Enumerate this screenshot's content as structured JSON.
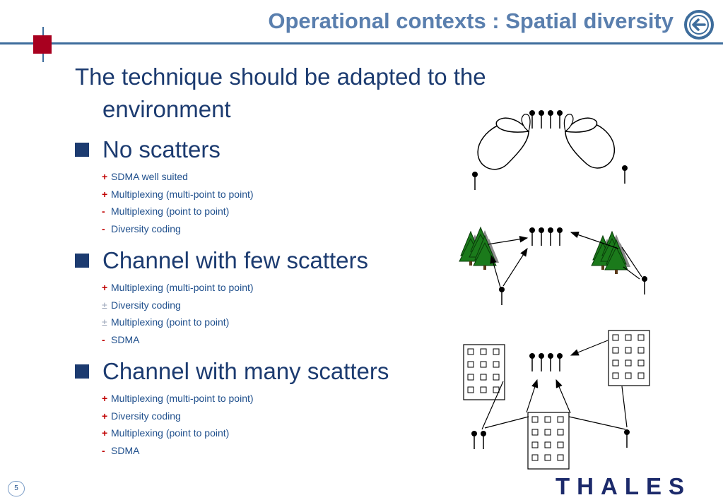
{
  "title": "Operational contexts : Spatial diversity",
  "intro": {
    "line1": "The technique should be adapted to the",
    "line2": "environment"
  },
  "sections": [
    {
      "heading": "No scatters",
      "items": [
        {
          "marker": "+",
          "text": "SDMA well suited"
        },
        {
          "marker": "+",
          "text": "Multiplexing (multi-point to point)"
        },
        {
          "marker": "-",
          "text": "Multiplexing (point to point)"
        },
        {
          "marker": "-",
          "text": "Diversity coding"
        }
      ]
    },
    {
      "heading": "Channel with few scatters",
      "items": [
        {
          "marker": "+",
          "text": "Multiplexing (multi-point to point)"
        },
        {
          "marker": "±",
          "text": "Diversity coding"
        },
        {
          "marker": "±",
          "text": "Multiplexing (point to point)"
        },
        {
          "marker": "-",
          "text": "SDMA"
        }
      ]
    },
    {
      "heading": "Channel with many scatters",
      "items": [
        {
          "marker": "+",
          "text": "Multiplexing (multi-point to point)"
        },
        {
          "marker": "+",
          "text": "Diversity coding"
        },
        {
          "marker": "+",
          "text": "Multiplexing (point to point)"
        },
        {
          "marker": "-",
          "text": "SDMA"
        }
      ]
    }
  ],
  "page_number": "5",
  "logo_text": "THALES",
  "icons": {
    "back": "back-arrow-icon"
  },
  "colors": {
    "title": "#5a7fae",
    "heading": "#1c3b70",
    "item": "#1f4f8c",
    "plus": "#c00000",
    "accent_square": "#a8001f",
    "logo": "#1c2a6b"
  }
}
